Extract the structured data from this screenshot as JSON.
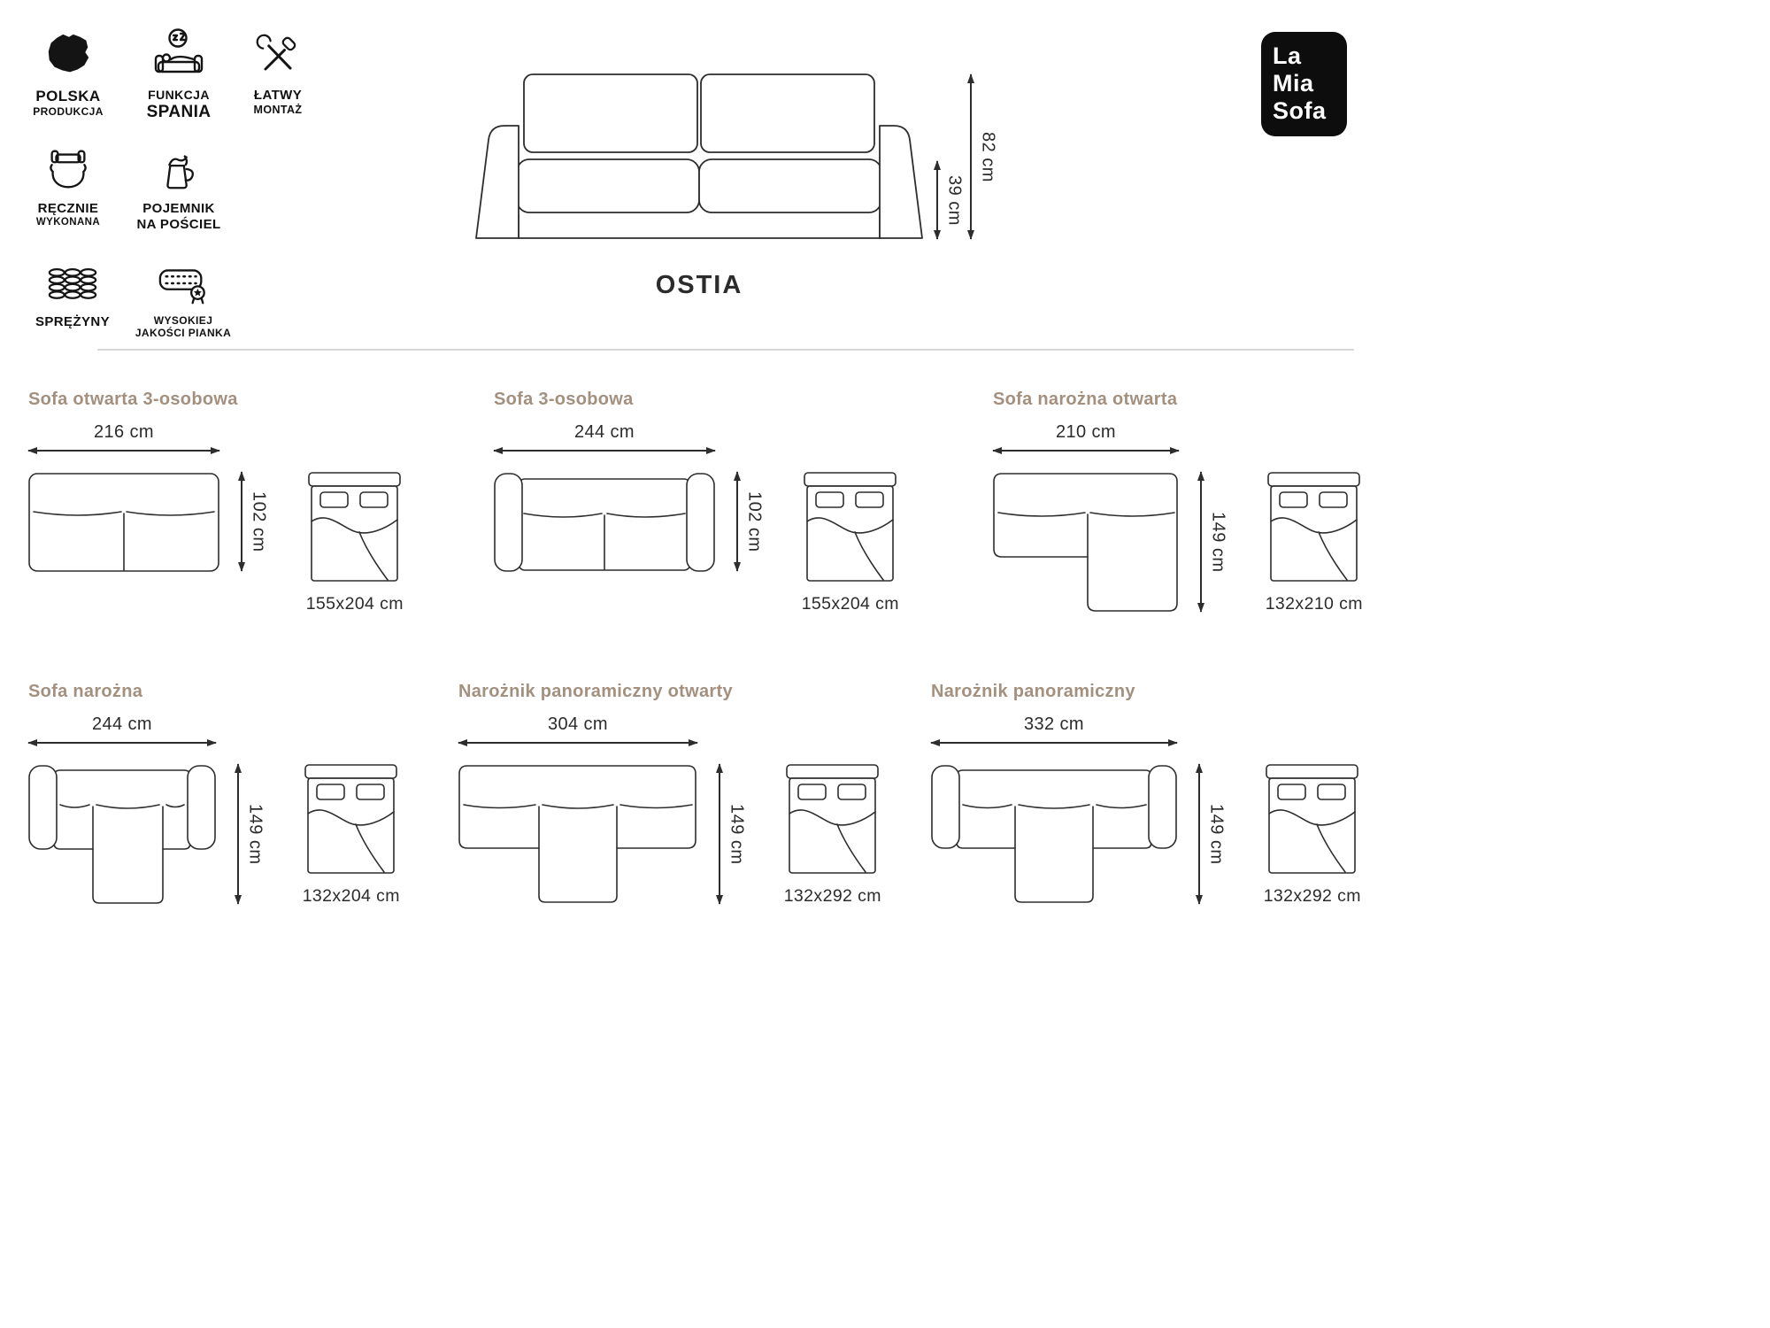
{
  "brand": {
    "line1": "La",
    "line2": "Mia",
    "line3": "Sofa"
  },
  "product": {
    "title": "OSTIA"
  },
  "hero": {
    "height_total": "82 cm",
    "seat_height": "39 cm"
  },
  "colors": {
    "accent_title": "#a3907e",
    "ink": "#2d2d2d",
    "logo_bg": "#0d0d0d"
  },
  "features": [
    {
      "icon": "poland-map-icon",
      "line1": "POLSKA",
      "line2": "PRODUKCJA"
    },
    {
      "icon": "sleep-function-icon",
      "line1": "FUNKCJA",
      "line2": "SPANIA"
    },
    {
      "icon": "easy-assembly-tools-icon",
      "line1": "ŁATWY",
      "line2": "MONTAŻ"
    },
    {
      "icon": "handmade-icon",
      "line1": "RĘCZNIE",
      "line2": "WYKONANA"
    },
    {
      "icon": "bedding-storage-icon",
      "line1": "POJEMNIK",
      "line2": "NA POŚCIEL"
    },
    {
      "icon": "springs-icon",
      "line1": "SPRĘŻYNY",
      "line2": ""
    },
    {
      "icon": "foam-quality-icon",
      "line1": "WYSOKIEJ",
      "line2": "JAKOŚCI PIANKA"
    }
  ],
  "variants": [
    {
      "name": "Sofa otwarta 3-osobowa",
      "width": "216 cm",
      "depth": "102 cm",
      "bed": "155x204 cm"
    },
    {
      "name": "Sofa 3-osobowa",
      "width": "244 cm",
      "depth": "102 cm",
      "bed": "155x204 cm"
    },
    {
      "name": "Sofa narożna otwarta",
      "width": "210 cm",
      "depth": "149 cm",
      "bed": "132x210 cm"
    },
    {
      "name": "Sofa narożna",
      "width": "244 cm",
      "depth": "149 cm",
      "bed": "132x204 cm"
    },
    {
      "name": "Narożnik panoramiczny otwarty",
      "width": "304 cm",
      "depth": "149 cm",
      "bed": "132x292 cm"
    },
    {
      "name": "Narożnik panoramiczny",
      "width": "332 cm",
      "depth": "149 cm",
      "bed": "132x292 cm"
    }
  ]
}
